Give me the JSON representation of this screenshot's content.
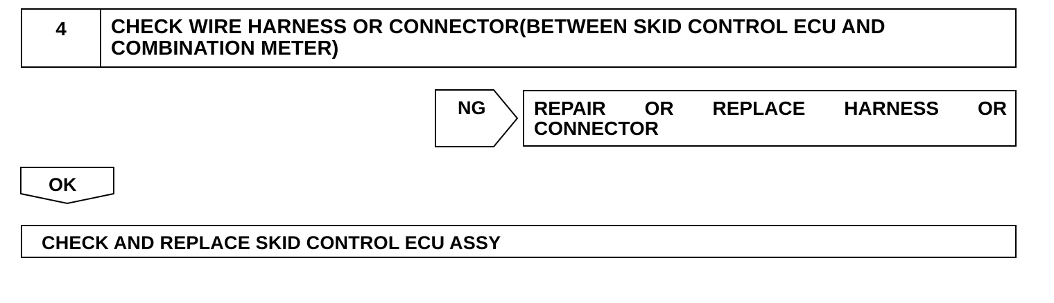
{
  "step": {
    "number": "4",
    "title": "CHECK WIRE HARNESS OR CONNECTOR(BETWEEN SKID CONTROL ECU AND COMBINATION METER)"
  },
  "ng_branch": {
    "label": "NG",
    "action_line1_words": [
      "REPAIR",
      "OR",
      "REPLACE",
      "HARNESS",
      "OR"
    ],
    "action_line2": "CONNECTOR"
  },
  "ok_branch": {
    "label": "OK"
  },
  "final_action": {
    "text": "CHECK AND REPLACE SKID CONTROL ECU ASSY"
  }
}
